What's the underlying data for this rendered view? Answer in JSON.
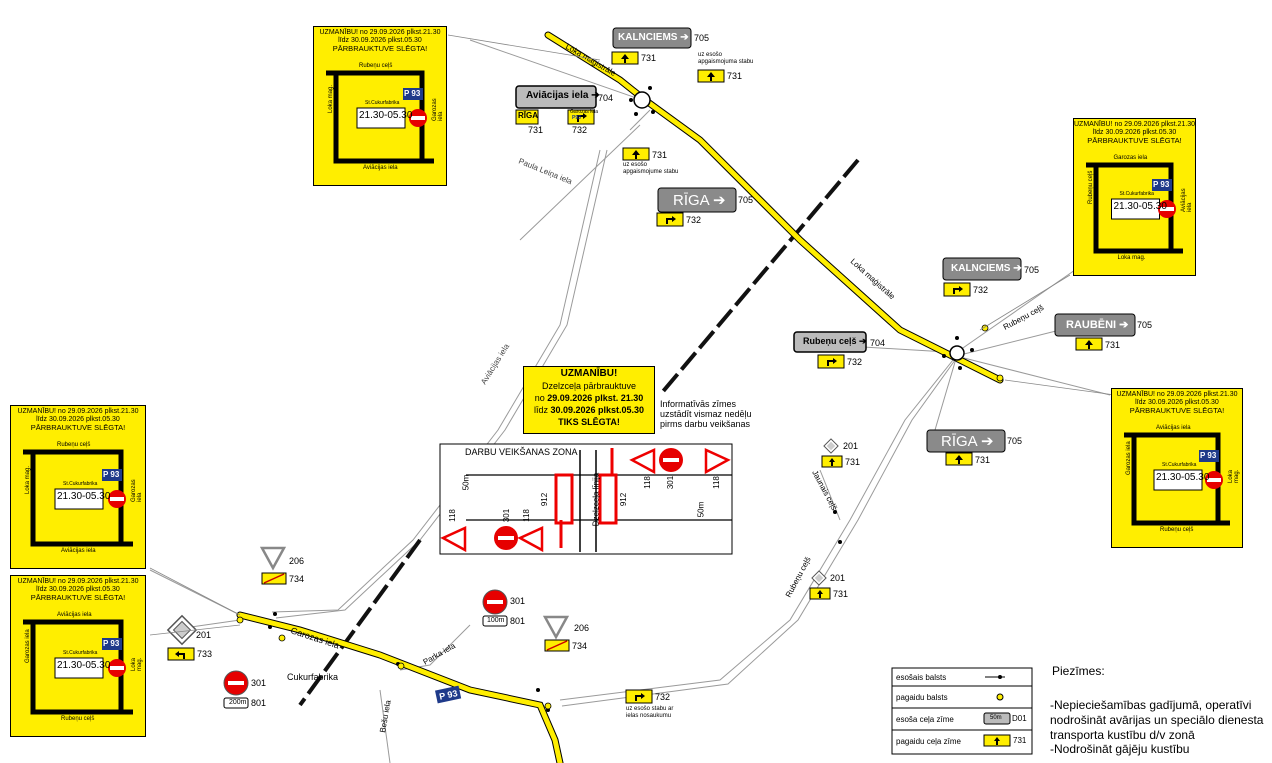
{
  "roads": {
    "loka": "Loka maģistrāle",
    "paula": "Paula Leiņa iela",
    "aviacijas": "Aviācijas iela",
    "garozas": "Garozas iela",
    "parka": "Parka iela",
    "besu": "Bešu iela",
    "jaunais": "Jaunais ceļš",
    "rubenu": "Rubeņu ceļš",
    "rubenu2": "Rubeņu ceļš",
    "cukurfabrika": "Cukurfabrika",
    "p93": "P 93"
  },
  "closure_notice": {
    "title": "UZMANĪBU!",
    "line1": "Dzelzceļa pārbrauktuve",
    "line2a": "no ",
    "line2b": "29.09.2026 plkst. 21.30",
    "line3a": "līdz ",
    "line3b": "30.09.2026 plkst.05.30",
    "line4": "TIKS SLĒGTA!"
  },
  "info_note": [
    "Informatīvās zīmes",
    "uzstādīt vismaz nedēļu",
    "pirms darbu veikšanas"
  ],
  "work_zone": {
    "title": "DARBU VEIKŠANAS ZONA",
    "rail_label": "Dzelzceļa līnija",
    "d50": "50m",
    "d50b": "50m",
    "codes": {
      "c118a": "118",
      "c301a": "301",
      "c118b": "118",
      "c912a": "912",
      "c912b": "912",
      "c118c": "118",
      "c301b": "301",
      "c118d": "118"
    }
  },
  "panels": [
    {
      "header1": "UZMANĪBU! no 29.09.2026 plkst.21.30",
      "header2": "līdz 30.09.2026 plkst.05.30",
      "header3": "PĀRBRAUKTUVE SLĒGTA!",
      "top_road": "Rubeņu ceļš",
      "bottom_road": "Aviācijas iela",
      "left_road": "Loka mag.",
      "right_road": "Garozas iela",
      "station": "St.Cukurfabrika",
      "time": "21.30-05.30",
      "p93": "P 93"
    },
    {
      "header1": "UZMANĪBU! no 29.09.2026 plkst.21.30",
      "header2": "līdz 30.09.2026 plkst.05.30",
      "header3": "PĀRBRAUKTUVE SLĒGTA!",
      "top_road": "Garozas iela",
      "bottom_road": "Loka mag.",
      "left_road": "Rubeņu ceļš",
      "right_road": "Aviācijas iela",
      "station": "St.Cukurfabrika",
      "time": "21.30-05.30",
      "p93": "P 93"
    },
    {
      "header1": "UZMANĪBU! no 29.09.2026 plkst.21.30",
      "header2": "līdz 30.09.2026 plkst.05.30",
      "header3": "PĀRBRAUKTUVE SLĒGTA!",
      "top_road": "Rubeņu ceļš",
      "bottom_road": "Aviācijas iela",
      "left_road": "Loka mag.",
      "right_road": "Garozas iela",
      "station": "St.Cukurfabrika",
      "time": "21.30-05.30",
      "p93": "P 93"
    },
    {
      "header1": "UZMANĪBU! no 29.09.2026 plkst.21.30",
      "header2": "līdz 30.09.2026 plkst.05.30",
      "header3": "PĀRBRAUKTUVE SLĒGTA!",
      "top_road": "Aviācijas iela",
      "bottom_road": "Rubeņu ceļš",
      "left_road": "Garozas iela",
      "right_road": "Loka mag.",
      "station": "St.Cukurfabrika",
      "time": "21.30-05.30",
      "p93": "P 93"
    },
    {
      "header1": "UZMANĪBU! no 29.09.2026 plkst.21.30",
      "header2": "līdz 30.09.2026 plkst.05.30",
      "header3": "PĀRBRAUKTUVE SLĒGTA!",
      "top_road": "Aviācijas iela",
      "bottom_road": "Rubeņu ceļš",
      "left_road": "Garozas iela",
      "right_road": "Loka mag.",
      "station": "St.Cukurfabrika",
      "time": "21.30-05.30",
      "p93": "P 93"
    }
  ],
  "direction_signs": {
    "kalnciems1": "KALNCIEMS",
    "kalnciems2": "KALNCIEMS",
    "aviacijas": "Aviācijas iela",
    "riga1": "RĪGA",
    "riga2": "RĪGA",
    "raubeni": "RAUBĒNI",
    "rubenu": "Rubeņu ceļš",
    "riga_small": "RĪGA",
    "garozas_small": "Garozas iela",
    "p93_small": "P93",
    "c705a": "705",
    "c705b": "705",
    "c705c": "705",
    "c705d": "705",
    "c705e": "705",
    "c704a": "704",
    "c704b": "704",
    "c731a": "731",
    "c731b": "731",
    "c731c": "731",
    "c731d": "731",
    "c731e": "731",
    "c731f": "731",
    "c731g": "731",
    "c731h": "731",
    "c732a": "732",
    "c732b": "732",
    "c732c": "732",
    "c732d": "732",
    "c732e": "732",
    "c733": "733",
    "c734a": "734",
    "c734b": "734",
    "c206a": "206",
    "c206b": "206",
    "c201a": "201",
    "c201b": "201",
    "c201c": "201",
    "c301a": "301",
    "c301b": "301",
    "c801a": "801",
    "c801b": "801",
    "d200": "200m",
    "d100": "100m",
    "lamp1": [
      "uz esošo",
      "apgaismojuma stabu"
    ],
    "lamp2": [
      "uz esošo",
      "apgaismojume stabu"
    ],
    "lamp3": [
      "uz esošo stabu ar",
      "ielas nosaukumu"
    ]
  },
  "legend": {
    "existing_post": "esošais balsts",
    "temp_post": "pagaidu balsts",
    "existing_sign": "esoša ceļa zīme",
    "temp_sign": "pagaidu ceļa zīme",
    "code_d01": "D01",
    "code_731": "731",
    "d50": "50m"
  },
  "notes": {
    "title": "Piezīmes:",
    "lines": [
      "-Nepieciešamības gadījumā, operatīvi",
      "nodrošināt avārijas un speciālo dienesta",
      "transporta kustību d/v zonā",
      "-Nodrošināt gājēju kustību"
    ]
  },
  "colors": {
    "road_yellow": "#ffee00",
    "sign_grey": "#8a8a8a",
    "sign_red": "#e60000",
    "p93_blue": "#1f3a8a"
  }
}
